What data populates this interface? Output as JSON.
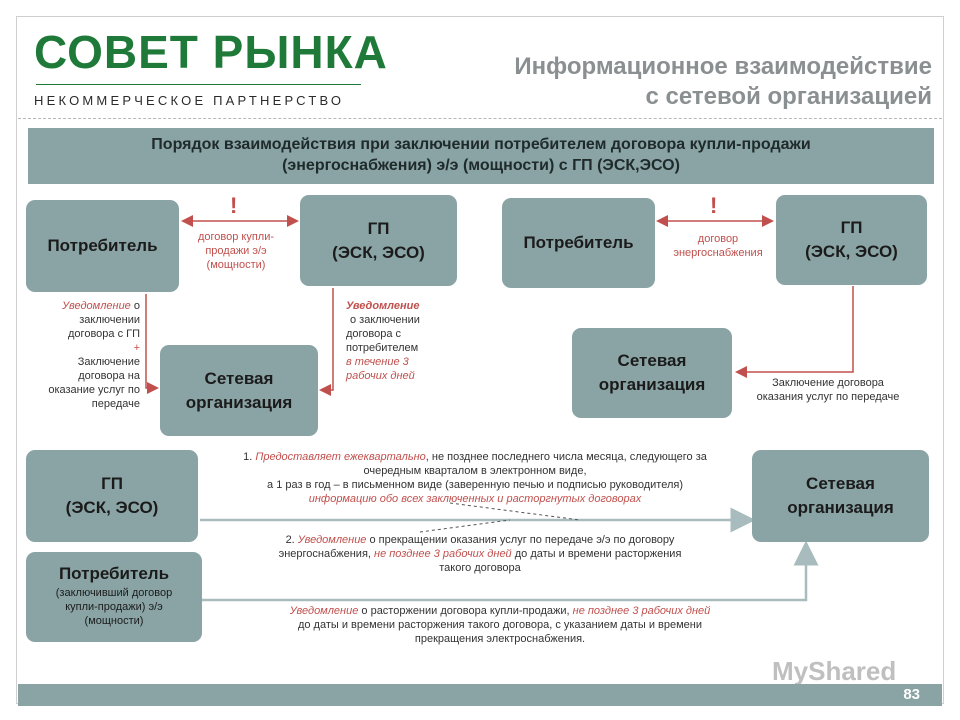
{
  "logo": {
    "title": "СОВЕТ РЫНКА",
    "subtitle": "НЕКОММЕРЧЕСКОЕ ПАРТНЕРСТВО"
  },
  "header": {
    "line1": "Информационное взаимодействие",
    "line2": "с сетевой организацией"
  },
  "banner": {
    "line1": "Порядок взаимодействия при заключении потребителем договора купли-продажи",
    "line2": "(энергоснабжения) э/э (мощности) с ГП (ЭСК,ЭСО)"
  },
  "left_scheme": {
    "consumer": "Потребитель",
    "gp_line1": "ГП",
    "gp_line2": "(ЭСК, ЭСО)",
    "network_line1": "Сетевая",
    "network_line2": "организация",
    "exclamation": "!",
    "contract_note": [
      "договор купли-",
      "продажи э/э",
      "(мощности)"
    ],
    "left_note": {
      "red": "Уведомление",
      "l1": " о",
      "l2": "заключении",
      "l3": "договора с ГП",
      "l4": "+",
      "l5": "Заключение",
      "l6": "договора на",
      "l7": "оказание услуг по",
      "l8": "передаче"
    },
    "right_note": {
      "red1": "Уведомление",
      "l2": "о заключении",
      "l3": "договора с",
      "l4": "потребителем",
      "red5": "в течение 3",
      "red6": "рабочих дней"
    }
  },
  "right_scheme": {
    "consumer": "Потребитель",
    "gp_line1": "ГП",
    "gp_line2": "(ЭСК, ЭСО)",
    "network_line1": "Сетевая",
    "network_line2": "организация",
    "exclamation": "!",
    "contract_note": [
      "договор",
      "энергоснабжения"
    ],
    "bottom_note": [
      "Заключение договора",
      "оказания услуг по передаче"
    ]
  },
  "bottom_scheme": {
    "gp_line1": "ГП",
    "gp_line2": "(ЭСК, ЭСО)",
    "network_line1": "Сетевая",
    "network_line2": "организация",
    "consumer_line1": "Потребитель",
    "consumer_lines": [
      "(заключивший договор",
      "купли-продажи) э/э",
      "(мощности)"
    ],
    "item1": {
      "num": "1. ",
      "red_a": "Предоставляет ежеквартально",
      "a": ", не позднее последнего числа месяца, следующего за",
      "b": "очередным кварталом в электронном виде,",
      "c": "а 1 раз в год – в письменном виде (заверенную печью и подписью руководителя)",
      "red_d": "информацию обо всех заключенных и расторгнутых договорах"
    },
    "item2": {
      "num": "2. ",
      "red_a": "Уведомление",
      "a": " о прекращении оказания услуг по передаче э/э по договору",
      "b": "энергоснабжения, ",
      "red_b": "не позднее 3 рабочих дней",
      "b2": " до даты и времени расторжения",
      "c": "такого договора"
    },
    "item3": {
      "red_a": "Уведомление",
      "a": " о расторжении договора купли-продажи, ",
      "red_b": "не позднее 3 рабочих дней",
      "c": "до даты и времени расторжения такого договора, с указанием даты и времени",
      "d": "прекращения электроснабжения."
    }
  },
  "footer": {
    "page": "83",
    "watermark": "MyShared"
  },
  "colors": {
    "box": "#8aa4a5",
    "accent_red": "#c0504d",
    "brand_green": "#1f7a3a",
    "arrow_gray": "#a9bcbd"
  }
}
